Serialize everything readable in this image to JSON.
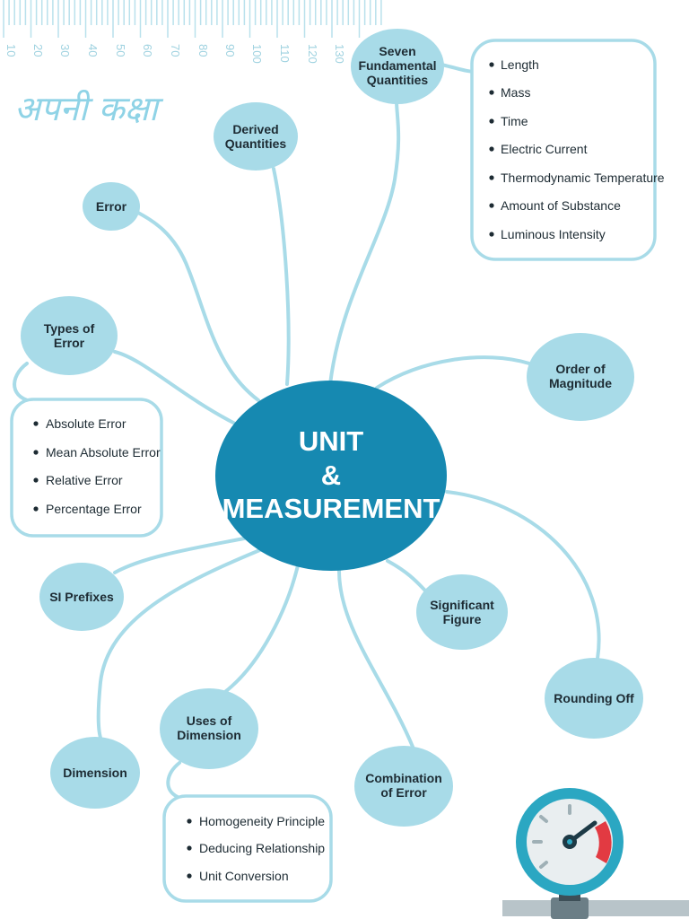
{
  "logo": {
    "text": "अपनी कक्षा"
  },
  "ruler": {
    "labels": [
      "10",
      "20",
      "30",
      "40",
      "50",
      "60",
      "70",
      "80",
      "90",
      "100",
      "110",
      "120",
      "130"
    ]
  },
  "center": {
    "line1": "UNIT",
    "line2": "&",
    "line3": "MEASUREMENT"
  },
  "nodes": {
    "seven": {
      "line1": "Seven",
      "line2": "Fundamental",
      "line3": "Quantities"
    },
    "derived": {
      "line1": "Derived",
      "line2": "Quantities"
    },
    "error": {
      "line1": "Error"
    },
    "types_error": {
      "line1": "Types of",
      "line2": "Error"
    },
    "order": {
      "line1": "Order of",
      "line2": "Magnitude"
    },
    "si_prefixes": {
      "line1": "SI Prefixes"
    },
    "significant": {
      "line1": "Significant",
      "line2": "Figure"
    },
    "rounding": {
      "line1": "Rounding Off"
    },
    "uses_dimension": {
      "line1": "Uses of",
      "line2": "Dimension"
    },
    "dimension": {
      "line1": "Dimension"
    },
    "combination": {
      "line1": "Combination",
      "line2": "of Error"
    }
  },
  "lists": {
    "fundamental": [
      "Length",
      "Mass",
      "Time",
      "Electric Current",
      "Thermodynamic Temperature",
      "Amount of Substance",
      "Luminous Intensity"
    ],
    "error_types": [
      "Absolute Error",
      "Mean Absolute Error",
      "Relative Error",
      "Percentage Error"
    ],
    "dimension_uses": [
      "Homogeneity Principle",
      "Deducing Relationship",
      "Unit Conversion"
    ]
  },
  "colors": {
    "line": "#a8dbe8",
    "node_fill": "#a8dbe8",
    "center_fill": "#1689b1",
    "box_stroke": "#a8dbe8",
    "gauge_blue": "#2ba7c2",
    "gauge_red": "#e23a42"
  },
  "icons": [
    "ruler-icon",
    "pressure-gauge-icon"
  ]
}
